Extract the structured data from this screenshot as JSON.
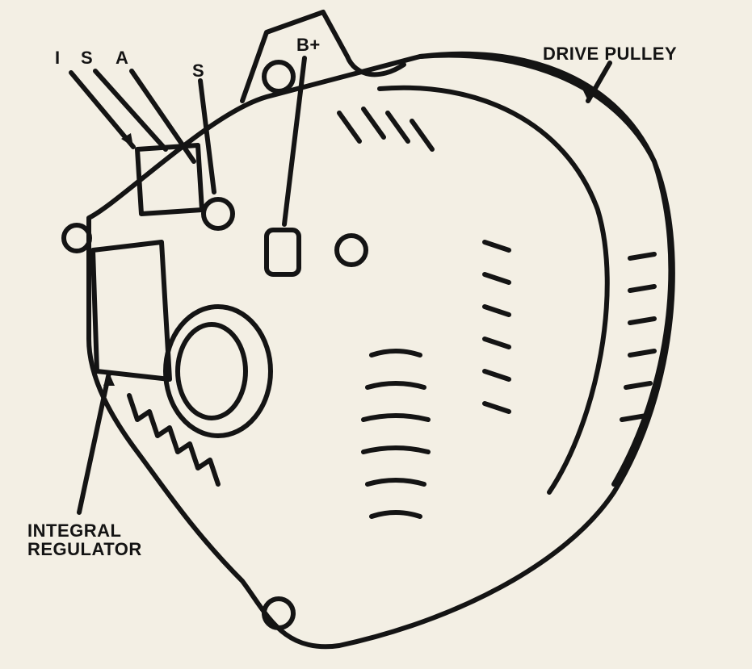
{
  "diagram": {
    "subject": "Alternator with integral regulator",
    "labels": {
      "terminal_i": "I",
      "terminal_s": "S",
      "terminal_a": "A",
      "terminal_s2": "S",
      "terminal_bplus": "B+",
      "drive_pulley": "DRIVE PULLEY",
      "integral_regulator_line1": "INTEGRAL",
      "integral_regulator_line2": "REGULATOR"
    },
    "colors": {
      "background": "#f3efe4",
      "ink": "#141414"
    }
  }
}
